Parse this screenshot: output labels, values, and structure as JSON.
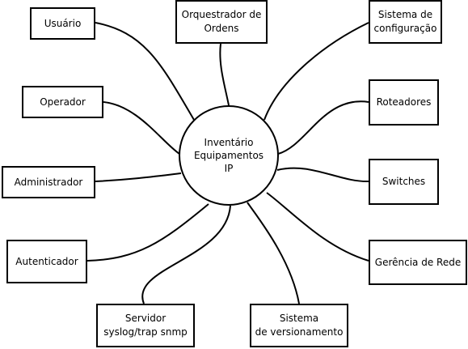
{
  "hub": {
    "label": "Inventário\nEquipamentos\nIP"
  },
  "nodes": {
    "usuario": "Usuário",
    "orquestrador": "Orquestrador de\nOrdens",
    "sistema_configuracao": "Sistema de\nconfiguração",
    "operador": "Operador",
    "roteadores": "Roteadores",
    "administrador": "Administrador",
    "switches": "Switches",
    "autenticador": "Autenticador",
    "gerencia_rede": "Gerência de Rede",
    "servidor_syslog": "Servidor\nsyslog/trap snmp",
    "sistema_versionamento": "Sistema\nde versionamento"
  }
}
